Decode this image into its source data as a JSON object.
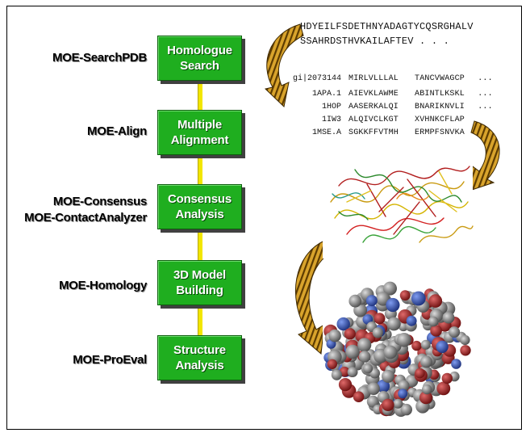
{
  "tools": [
    {
      "name": "MOE-SearchPDB"
    },
    {
      "name": "MOE-Align"
    },
    {
      "name": "MOE-Consensus"
    },
    {
      "name": "MOE-ContactAnalyzer"
    },
    {
      "name": "MOE-Homology"
    },
    {
      "name": "MOE-ProEval"
    }
  ],
  "steps": [
    {
      "line1": "Homologue",
      "line2": "Search"
    },
    {
      "line1": "Multiple",
      "line2": "Alignment"
    },
    {
      "line1": "Consensus",
      "line2": "Analysis"
    },
    {
      "line1": "3D Model",
      "line2": "Building"
    },
    {
      "line1": "Structure",
      "line2": "Analysis"
    }
  ],
  "query_sequence": {
    "line1": "HDYEILFSDETHNYADAGTYCQSRGHALV",
    "line2": "SSAHRDSTHVKAILAFTEV . . ."
  },
  "alignment": [
    {
      "id": "gi|2073144",
      "seg1": "MIRLVLLLAL",
      "seg2": "TANCVWAGCP",
      "tail": " ..."
    },
    {
      "id": "1APA.1",
      "seg1": "AIEVKLAWME",
      "seg2": "ABINTLKSKL",
      "tail": " ..."
    },
    {
      "id": "1HOP",
      "seg1": "AASERKALQI",
      "seg2": "BNARIKNVLI",
      "tail": " ..."
    },
    {
      "id": "1IW3",
      "seg1": "ALQIVCLKGT",
      "seg2": "XVHNKCFLAP",
      "tail": ""
    },
    {
      "id": "1MSE.A",
      "seg1": "SGKKFFVTMH",
      "seg2": "ERMPFSNVKA",
      "tail": ""
    }
  ],
  "colors": {
    "step_fill": "#1fae1f",
    "connector": "#f2e600",
    "arrow_gold": "#c8961e",
    "arrow_dark": "#5a3a00"
  },
  "icons": [
    "curved-arrow-icon",
    "protein-ribbon-image",
    "protein-spacefill-image"
  ]
}
